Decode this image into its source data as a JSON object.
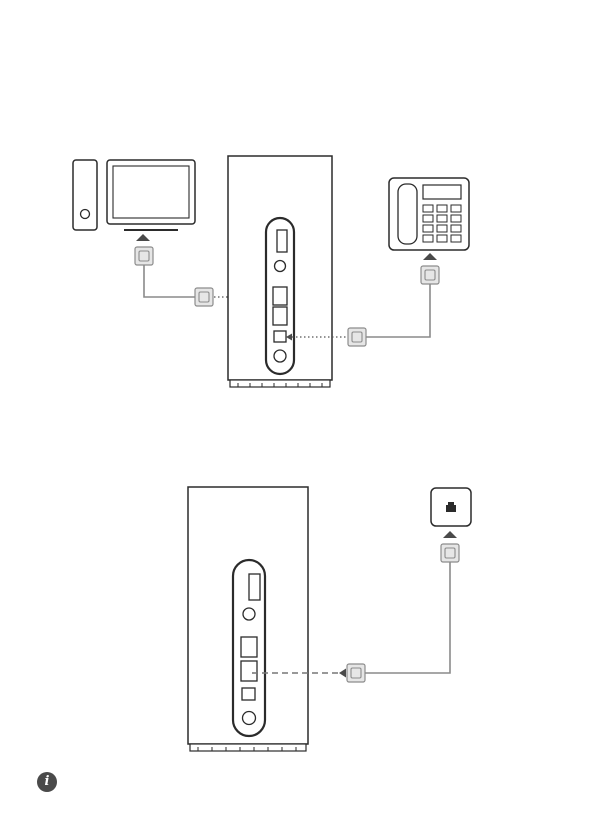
{
  "page": {
    "background": "#ffffff"
  },
  "colors": {
    "stroke": "#2b2b2b",
    "cable": "#8a8a8a",
    "plug_fill": "#e6e6e6",
    "plug_stroke": "#8c8c8c",
    "dotted": "#555555",
    "dashed": "#777777",
    "arrow": "#4a4a4a"
  },
  "diagram_1": {
    "devices": [
      "computer-tower-icon",
      "monitor-icon",
      "router-icon",
      "telephone-icon"
    ],
    "connections": [
      {
        "from": "computer",
        "to": "router-lan-port",
        "line": "dotted"
      },
      {
        "from": "telephone",
        "to": "router-tel-port",
        "line": "dotted"
      }
    ]
  },
  "diagram_2": {
    "devices": [
      "router-icon",
      "wall-lan-socket-icon"
    ],
    "connections": [
      {
        "from": "wall-lan-socket",
        "to": "router-lan-wan-port",
        "line": "dashed"
      }
    ]
  },
  "note": {
    "icon": "info-icon",
    "glyph": "i"
  }
}
